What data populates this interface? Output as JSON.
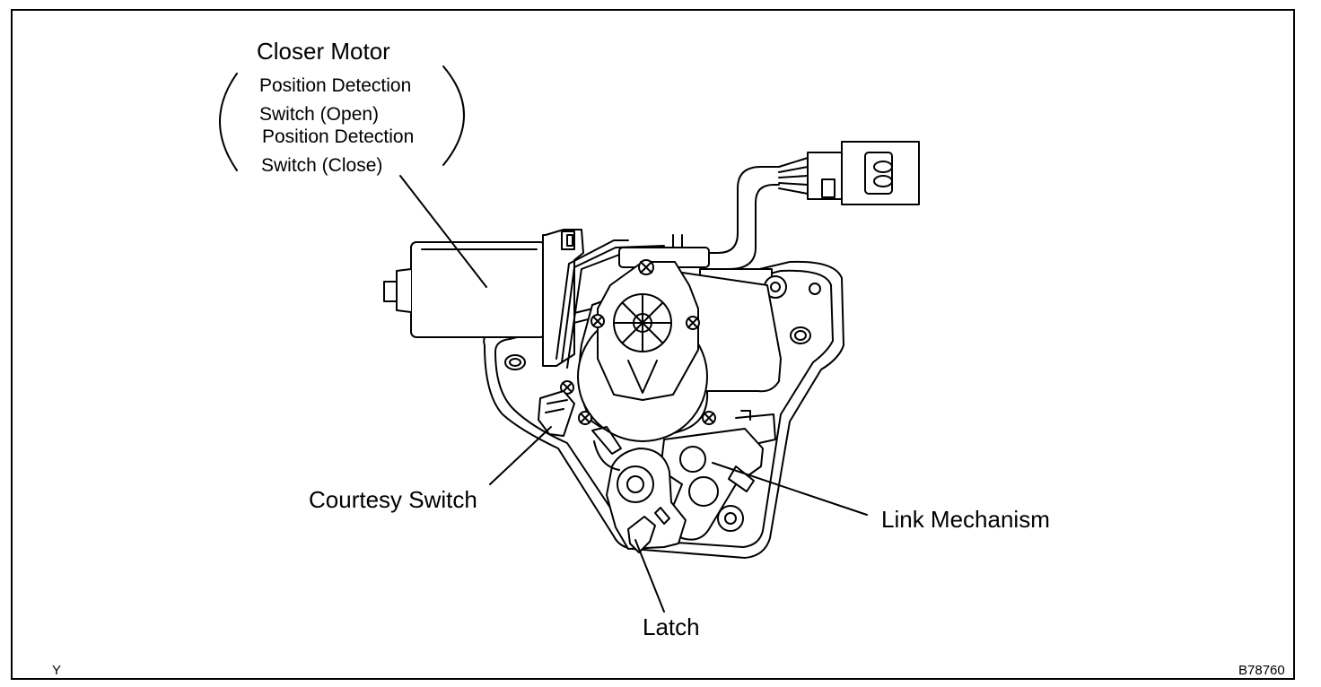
{
  "labels": {
    "closer_motor": "Closer Motor",
    "pos_open_line1": "Position Detection",
    "pos_open_line2": "Switch (Open)",
    "pos_close_line1": "Position Detection",
    "pos_close_line2": "Switch (Close)",
    "courtesy_switch": "Courtesy Switch",
    "link_mechanism": "Link Mechanism",
    "latch": "Latch"
  },
  "corner_codes": {
    "left": "Y",
    "right": "B78760"
  }
}
